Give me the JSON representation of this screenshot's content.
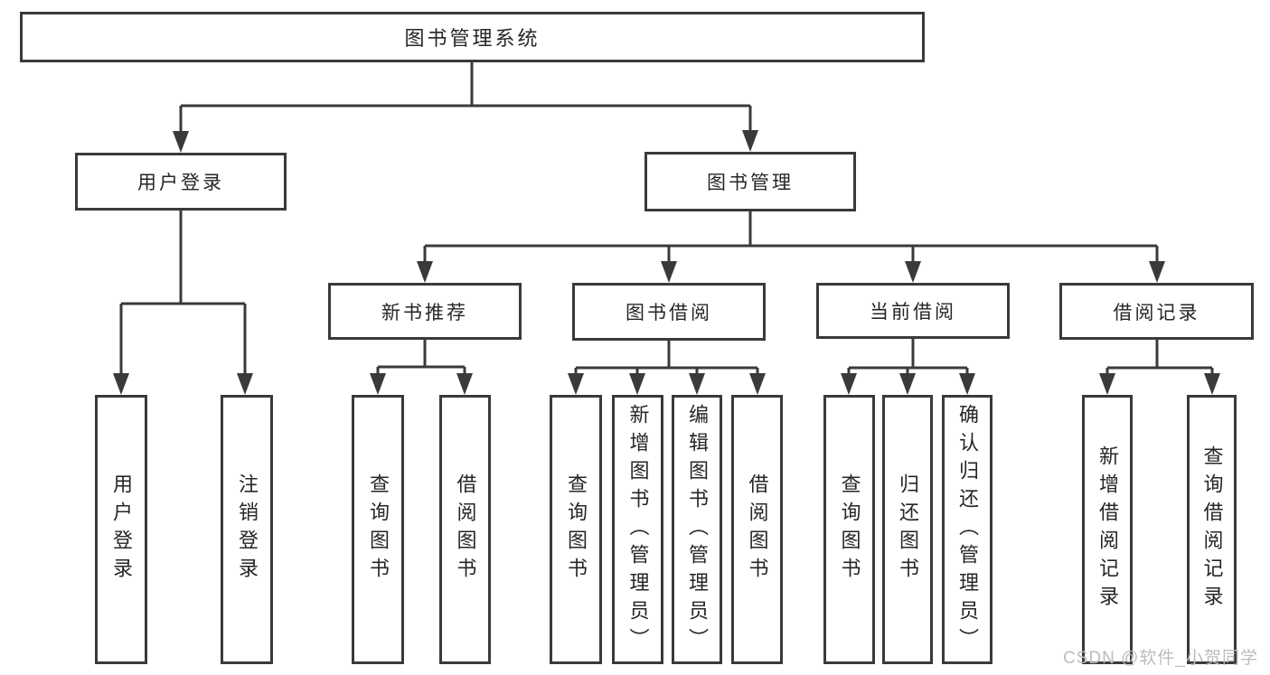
{
  "diagram": {
    "root": {
      "label": "图书管理系统"
    },
    "user_login": {
      "label": "用户登录",
      "children": [
        "用户登录",
        "注销登录"
      ]
    },
    "book_mgmt": {
      "label": "图书管理"
    },
    "new_book_rec": {
      "label": "新书推荐",
      "children": [
        "查询图书",
        "借阅图书"
      ]
    },
    "book_borrow": {
      "label": "图书借阅",
      "children": [
        "查询图书",
        "新增图书（管理员）",
        "编辑图书（管理员）",
        "借阅图书"
      ]
    },
    "current_borrow": {
      "label": "当前借阅",
      "children": [
        "查询图书",
        "归还图书",
        "确认归还（管理员）"
      ]
    },
    "borrow_records": {
      "label": "借阅记录",
      "children": [
        "新增借阅记录",
        "查询借阅记录"
      ]
    }
  },
  "watermark": {
    "text": "CSDN @软件_小贺同学"
  },
  "colors": {
    "line": "#3a3a3a",
    "text": "#262626",
    "watermark": "#bcbcbc",
    "box_bg": "#ffffff",
    "canvas_bg": "#ffffff"
  }
}
